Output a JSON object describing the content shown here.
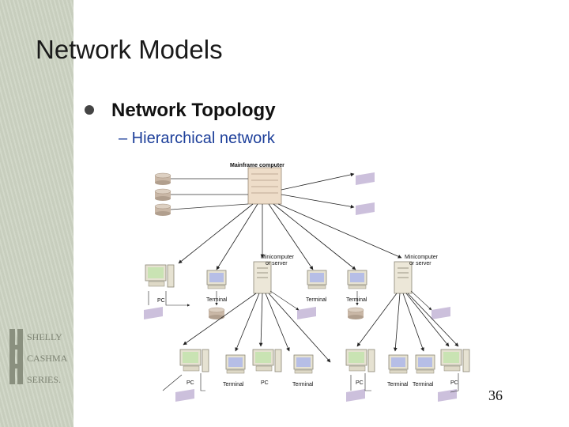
{
  "slide": {
    "title": "Network Models",
    "bullet": "Network Topology",
    "subbullet": "– Hierarchical network",
    "page_number": "36"
  },
  "branding": {
    "line1": "SHELLY",
    "line2": "CASHMAN",
    "line3": "SERIES."
  },
  "diagram": {
    "mainframe_label": "Mainframe computer",
    "minicomputer_label_line1": "Minicomputer",
    "minicomputer_label_line2": "or server",
    "pc_label": "PC",
    "terminal_label": "Terminal"
  },
  "colors": {
    "sidebar": "#cdd4c3",
    "subbullet_text": "#1d3f9a",
    "paper_device": "#ccc0dc",
    "disk": "#c9b7a6"
  }
}
